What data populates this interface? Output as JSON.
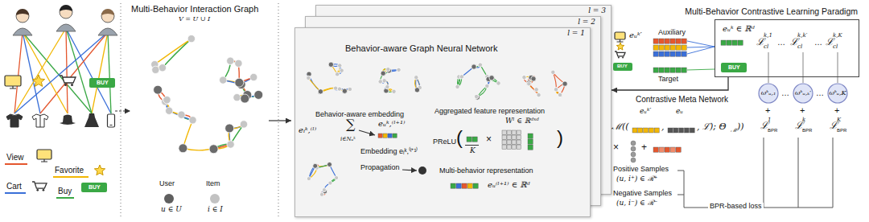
{
  "diagram": {
    "nodes": [
      {
        "text": [
          "l = 3"
        ]
      },
      {
        "text": [
          "l = 2"
        ]
      },
      {
        "text": [
          "l = 1",
          "Behavior-aware Graph Neural Network"
        ]
      },
      {
        "text": [
          "Multi-Behavior Contrastive Learning Paradigm"
        ]
      },
      {
        "text": [
          "ωᵏᵤ,₁"
        ]
      },
      {
        "text": [
          "ωᵏᵤ,ₖ′"
        ]
      },
      {
        "text": [
          "ωᵏᵤ,K"
        ]
      }
    ],
    "edges": [
      {
        "from": 3,
        "to": 0,
        "arrow": "to"
      }
    ],
    "labels": [
      "BUY",
      "BUY",
      "Multi-Behavior Interaction Graph",
      "V = U ∪ I",
      "u ∈ U",
      "i ∈ I",
      "Behavior-aware embedding",
      "eᵢᵏ,⁽ˡ⁾",
      "∑",
      "i∈Nᵤᵏ",
      "eᵤᵏ,⁽ˡ⁺¹⁾",
      "Embedding eᵢᵏ,⁽ˡ⁺¹⁾",
      "Propagation",
      "Aggregated feature representation",
      "PReLU",
      "(",
      "K",
      "×",
      "Wˡ ∈ ℝᵈˣᵈ",
      ")",
      "Multi-behavior representation",
      "eᵤ⁽ˡ⁺¹⁾ ∈ ℝᵈ",
      "eᵤᵏ′",
      "BUY",
      "Auxiliary",
      "Target",
      "eᵤᵏ ∈ ℝᵈ",
      "BUY",
      "ℒ",
      "cl",
      "k,1",
      "…",
      "ℒ",
      "cl",
      "k,k′",
      "…",
      "ℒ",
      "cl",
      "k,K",
      "Contrastive Meta Network",
      "eᵤᵏ′",
      "eᵤ",
      "ℳ((",
      ",",
      ", ℒ); Θ",
      "ℳ",
      "))",
      "×",
      "+",
      "Positive Samples",
      "(u, i⁺) ∈ ℛ⁺",
      "Negative Samples",
      "(u, i⁻) ∈ ℛ⁻",
      "BPR-based loss",
      "…",
      "…",
      "+",
      "+",
      "+",
      "ℒ",
      "BPR",
      "1",
      "ℒ",
      "BPR",
      "k",
      "ℒ",
      "BPR",
      "K"
    ],
    "legend": [
      {
        "text": "View"
      },
      {
        "text": "Favorite"
      },
      {
        "text": "Cart"
      },
      {
        "text": "Buy"
      },
      {
        "text": "User",
        "color": "#5f5f5f"
      },
      {
        "text": "Item",
        "color": "#c2c2c2"
      }
    ]
  }
}
